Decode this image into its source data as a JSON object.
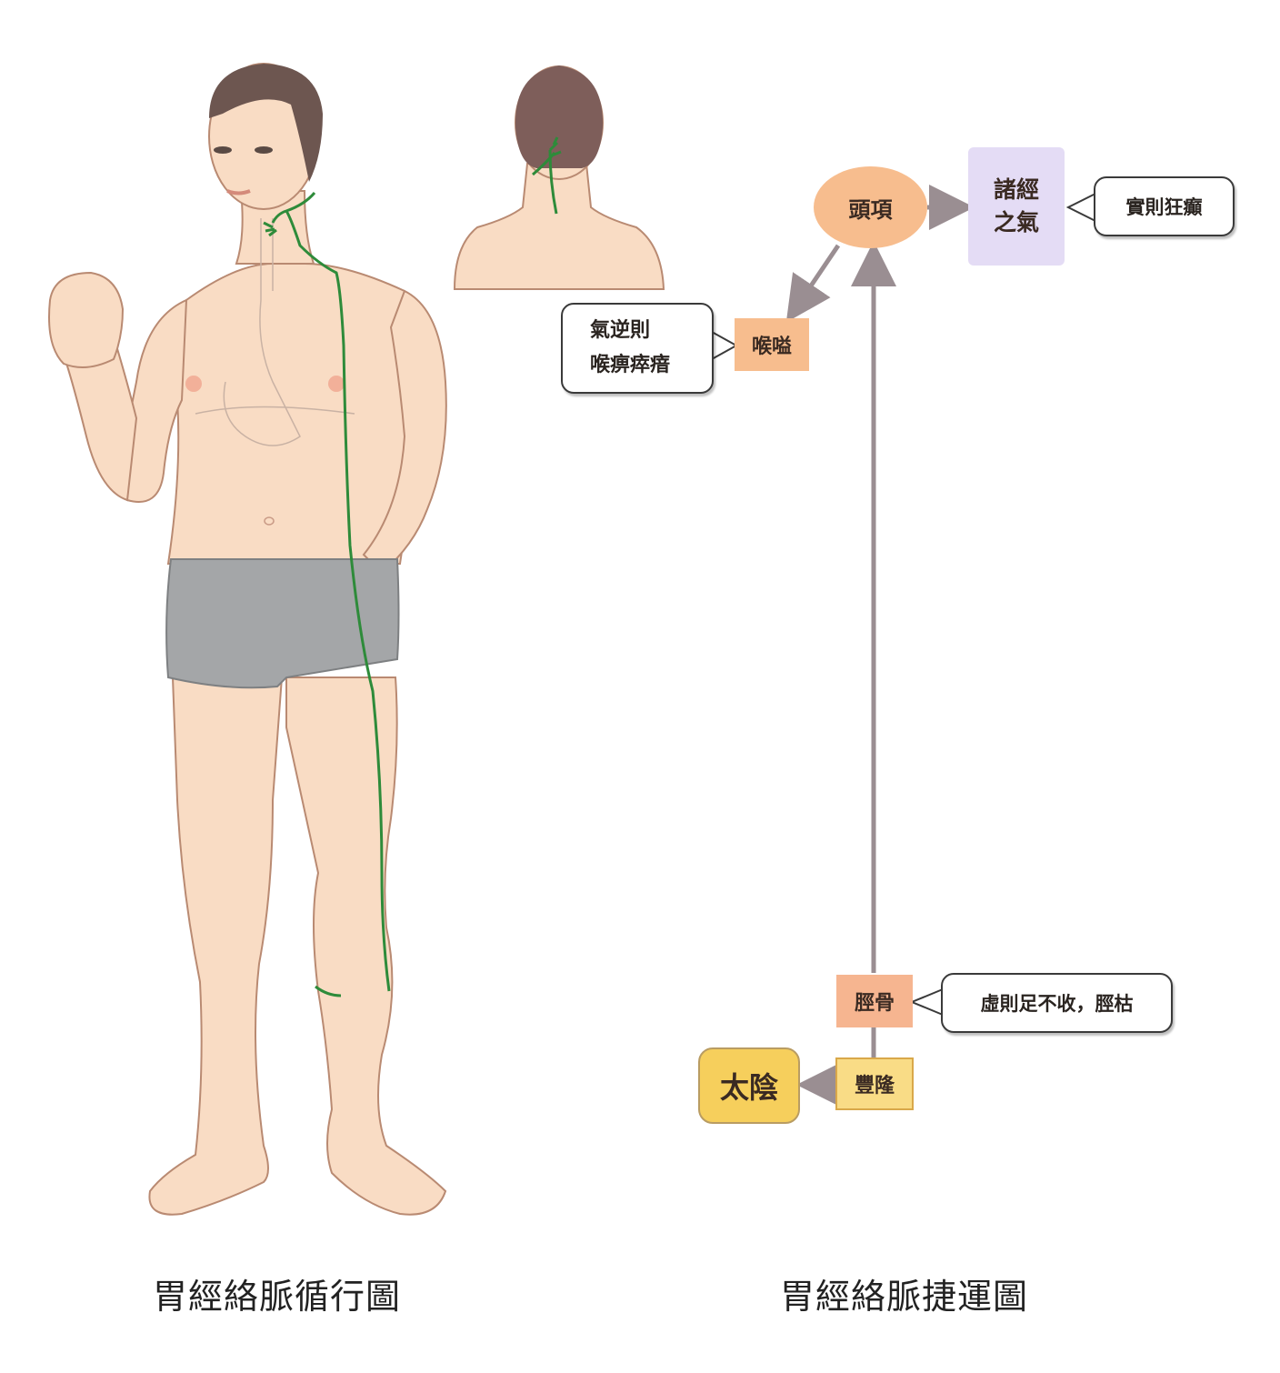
{
  "colors": {
    "skin": "#f9dcc4",
    "skin_outline": "#b98a72",
    "hair": "#6d5650",
    "shorts": "#a4a6a8",
    "meridian_green": "#2e8b3a",
    "organ_outline": "#c9b2a4",
    "arrow_gray": "#9a8e92",
    "node_orange": "#f7bd8e",
    "node_salmon": "#f6b590",
    "node_lavender": "#e4dcf5",
    "node_yellow": "#f9dc86",
    "node_gold": "#f6cf5c"
  },
  "left_panel": {
    "caption": "胃經絡脈循行圖",
    "figure": "front-view-male-anatomy",
    "inset": "back-of-head-neck-view"
  },
  "right_panel": {
    "caption": "胃經絡脈捷運圖",
    "nodes": {
      "head_neck": "頭項",
      "all_channels_qi": [
        "諸經",
        "之氣"
      ],
      "throat": "喉嗌",
      "tibia": "脛骨",
      "fenglong": "豐隆",
      "taiyin": "太陰"
    },
    "callouts": {
      "excess": "實則狂癲",
      "qi_reversal": [
        "氣逆則",
        "喉痹瘁瘖"
      ],
      "deficiency": "虛則足不收，脛枯"
    }
  }
}
